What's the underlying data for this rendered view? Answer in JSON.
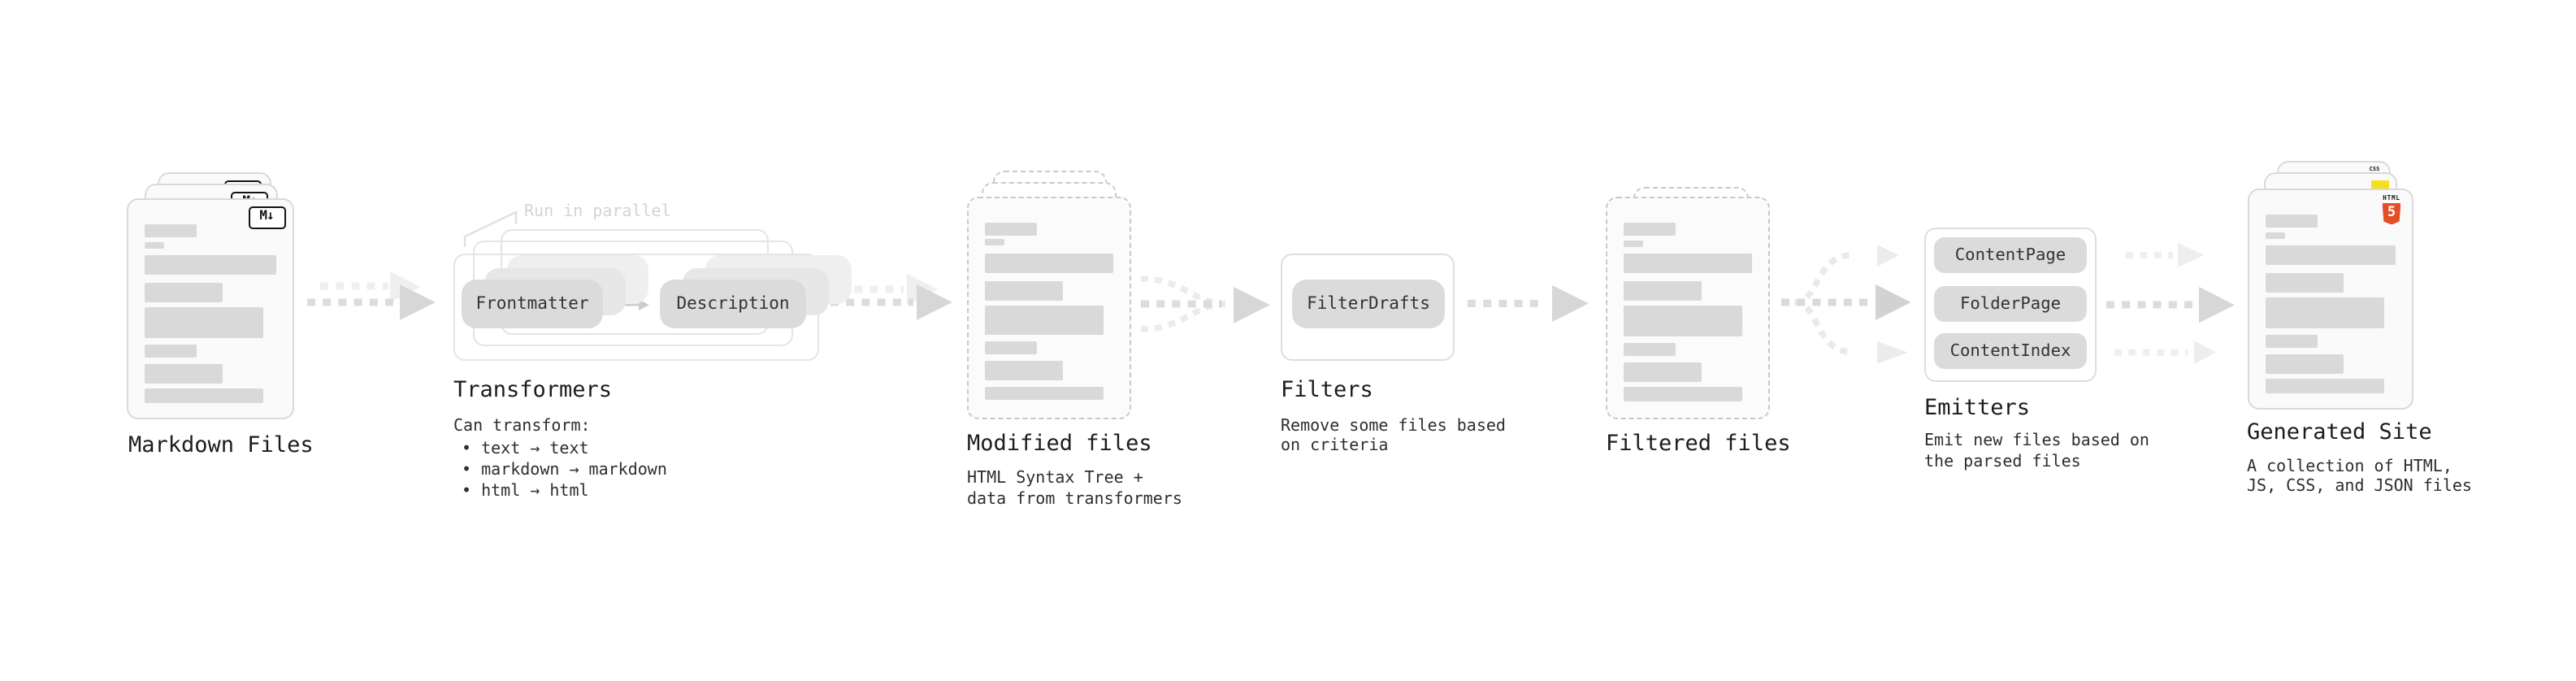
{
  "nodes": {
    "markdown_files": {
      "label": "Markdown Files",
      "badge": "M↓"
    },
    "transformers": {
      "label": "Transformers",
      "note": "Run in parallel",
      "pill_left": "Frontmatter",
      "pill_right": "Description",
      "desc_heading": "Can transform:",
      "bullets": [
        "• text → text",
        "• markdown → markdown",
        "• html → html"
      ]
    },
    "modified_files": {
      "label": "Modified files",
      "desc_line1": "HTML Syntax Tree +",
      "desc_line2": "data from transformers"
    },
    "filters": {
      "label": "Filters",
      "pill": "FilterDrafts",
      "desc_line1": "Remove some files based",
      "desc_line2": "on criteria"
    },
    "filtered_files": {
      "label": "Filtered files"
    },
    "emitters": {
      "label": "Emitters",
      "pills": [
        "ContentPage",
        "FolderPage",
        "ContentIndex"
      ],
      "desc_line1": "Emit new files based on",
      "desc_line2": "the parsed files"
    },
    "generated_site": {
      "label": "Generated Site",
      "desc_line1": "A collection of HTML,",
      "desc_line2": "JS, CSS, and JSON files",
      "badge_css": "CSS",
      "badge_html": "HTML",
      "badge_html_number": "5"
    }
  },
  "colors": {
    "background": "#ffffff",
    "card_fill": "#fafafa",
    "card_border": "#d9d9d9",
    "dashed_border": "#c9c9c9",
    "bar_fill": "#d9d9d9",
    "pill_fill": "#dbdbdb",
    "arrow_dark": "#d7d7d7",
    "arrow_light": "#ededed",
    "text_dark": "#1c1c1c",
    "note_grey": "#d4d4d4",
    "html5_orange": "#e44d26",
    "js_yellow": "#f7df1e",
    "css_blue": "#2f6df6"
  }
}
